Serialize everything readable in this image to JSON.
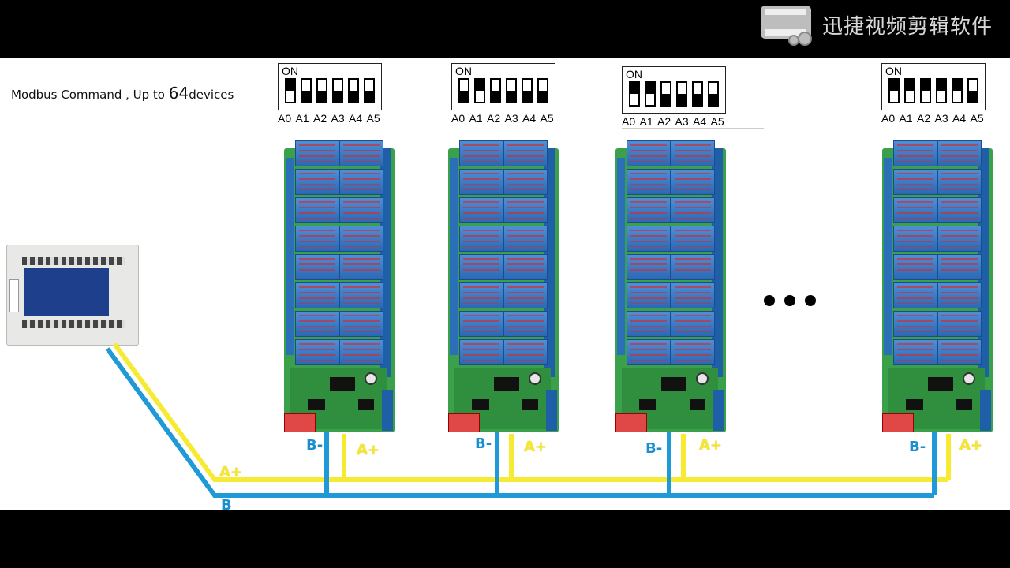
{
  "watermark": {
    "text": "迅捷视频剪辑软件"
  },
  "caption": {
    "prefix": "Modbus Command , Up to ",
    "count": "64",
    "suffix": "devices"
  },
  "dip_label": "ON",
  "dip_pins": [
    "A0",
    "A1",
    "A2",
    "A3",
    "A4",
    "A5"
  ],
  "devices": [
    {
      "switches": [
        1,
        0,
        0,
        0,
        0,
        0
      ],
      "b_label": "B-",
      "a_label": "A+"
    },
    {
      "switches": [
        0,
        1,
        0,
        0,
        0,
        0
      ],
      "b_label": "B-",
      "a_label": "A+"
    },
    {
      "switches": [
        1,
        1,
        0,
        0,
        0,
        0
      ],
      "b_label": "B-",
      "a_label": "A+"
    },
    {
      "switches": [
        1,
        1,
        1,
        1,
        1,
        0
      ],
      "b_label": "B-",
      "a_label": "A+"
    }
  ],
  "bus": {
    "a_label": "A+",
    "b_label": "B"
  },
  "colors": {
    "a_wire": "#f7ea32",
    "b_wire": "#1f9ad6",
    "board": "#3aa04a",
    "relay": "#2c68b5"
  }
}
